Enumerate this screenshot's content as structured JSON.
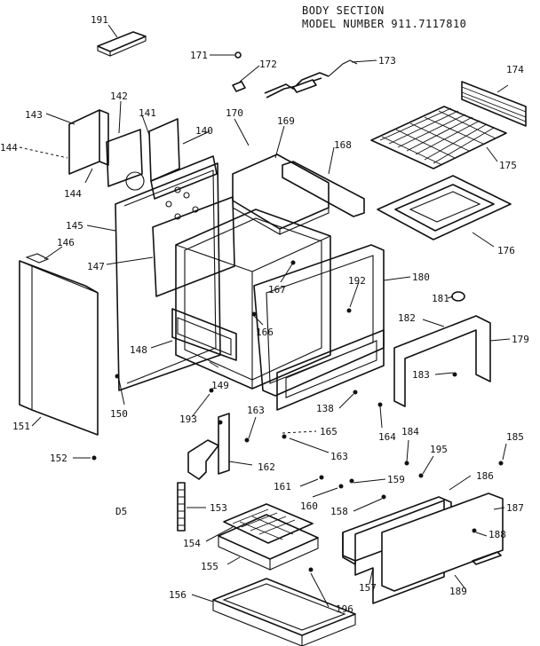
{
  "title": {
    "line1": "BODY SECTION",
    "line2": "MODEL NUMBER 911.7117810"
  },
  "section_code": "D5",
  "callouts": [
    "191",
    "171",
    "172",
    "173",
    "174",
    "142",
    "143",
    "141",
    "170",
    "169",
    "168",
    "140",
    "144",
    "144",
    "175",
    "176",
    "145",
    "146",
    "147",
    "167",
    "192",
    "180",
    "181",
    "166",
    "182",
    "179",
    "148",
    "149",
    "150",
    "183",
    "151",
    "193",
    "138",
    "163",
    "165",
    "164",
    "152",
    "163",
    "184",
    "195",
    "185",
    "162",
    "161",
    "159",
    "186",
    "160",
    "158",
    "187",
    "153",
    "188",
    "154",
    "155",
    "157",
    "189",
    "156",
    "196"
  ]
}
